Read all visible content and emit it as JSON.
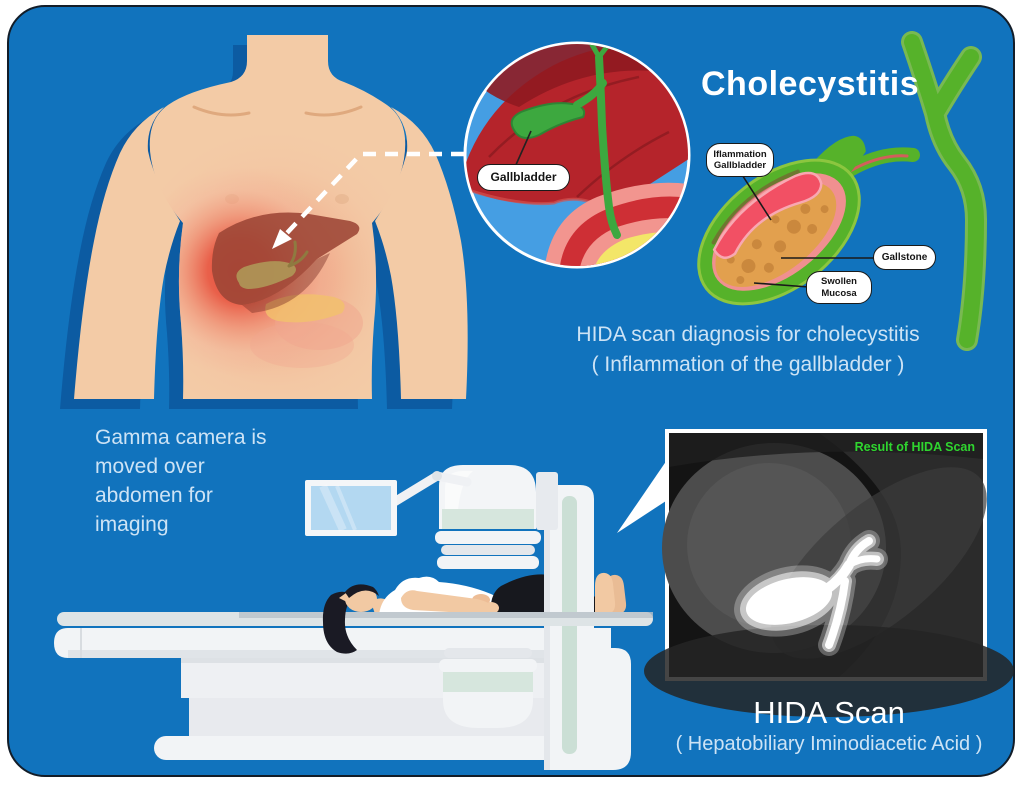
{
  "page": {
    "title": "Cholecystitis",
    "background_color": "#1173BD"
  },
  "inset": {
    "gallbladder_label": "Gallbladder"
  },
  "diagram_labels": {
    "inflammation_line1": "Iflammation",
    "inflammation_line2": "Gallbladder",
    "gallstone": "Gallstone",
    "swollen_line1": "Swollen",
    "swollen_line2": "Mucosa"
  },
  "diagnosis_caption": {
    "line1": "HIDA scan diagnosis for cholecystitis",
    "line2": "( Inflammation of the gallbladder )"
  },
  "procedure_caption": {
    "line1": "Gamma camera is",
    "line2": "moved over",
    "line3": "abdomen for",
    "line4": "imaging"
  },
  "scan_result": {
    "label": "Result of HIDA Scan"
  },
  "footer": {
    "title": "HIDA Scan",
    "subtitle": "( Hepatobiliary Iminodiacetic Acid )"
  },
  "colors": {
    "background": "#1173BD",
    "caption_text": "#CDE3F5",
    "title_text": "#FFFFFF",
    "tree_green": "#56B22A",
    "scan_label_green": "#2FD52F",
    "inflammation_red": "#E8463C",
    "skin": "#F2C9A3"
  }
}
